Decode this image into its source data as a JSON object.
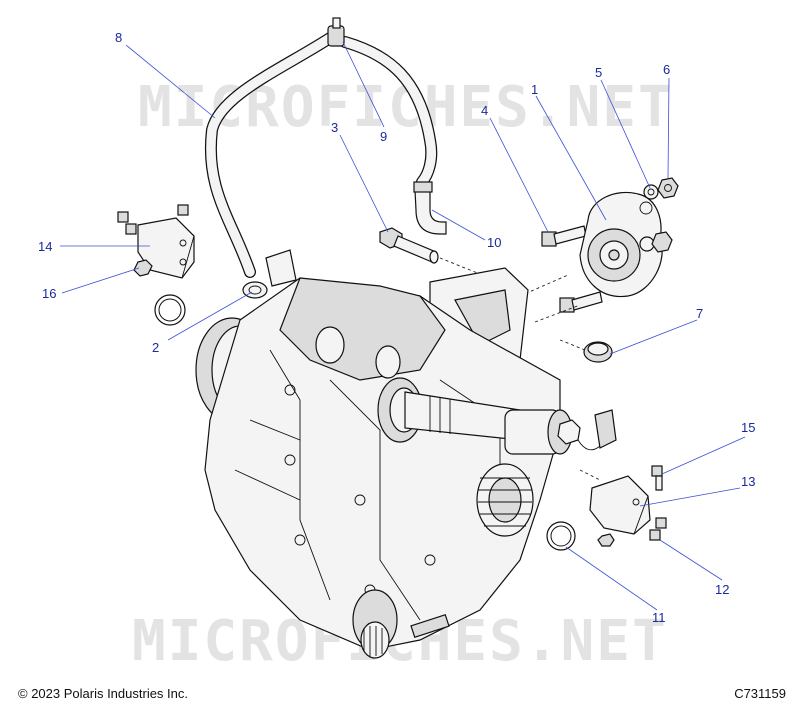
{
  "watermark": "MICROFICHES.NET",
  "copyright": "© 2023 Polaris Industries Inc.",
  "figure_id": "C731159",
  "colors": {
    "callout": "#1a2a9c",
    "leader": "#3b4fd6",
    "watermark": "#e3e3e3"
  },
  "callouts": {
    "c1": "1",
    "c2": "2",
    "c3": "3",
    "c4": "4",
    "c5": "5",
    "c6": "6",
    "c7": "7",
    "c8": "8",
    "c9": "9",
    "c10": "10",
    "c11": "11",
    "c12": "12",
    "c13": "13",
    "c14": "14",
    "c15": "15",
    "c16": "16"
  }
}
